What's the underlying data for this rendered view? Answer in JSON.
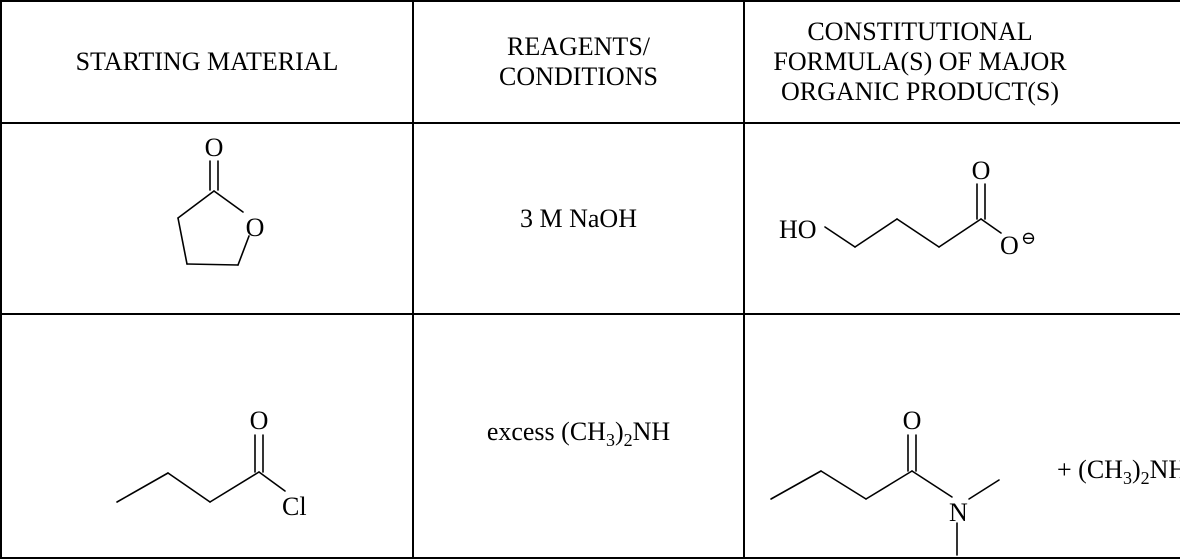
{
  "headers": {
    "col1": "STARTING MATERIAL",
    "col2_line1": "REAGENTS/",
    "col2_line2": "CONDITIONS",
    "col3_line1": "CONSTITUTIONAL",
    "col3_line2": "FORMULA(S) OF MAJOR",
    "col3_line3": "ORGANIC PRODUCT(S)"
  },
  "rows": [
    {
      "reagent": "3 M NaOH",
      "start_atoms": {
        "carbonyl_o": "O",
        "ring_o": "O"
      },
      "product_atoms": {
        "hydroxyl": "HO",
        "carbonyl_o": "O",
        "carboxylate_o": "O",
        "charge": "⊖"
      }
    },
    {
      "reagent_prefix": "excess (CH",
      "reagent_sub1": "3",
      "reagent_mid": ")",
      "reagent_sub2": "2",
      "reagent_suffix": "NH",
      "start_atoms": {
        "carbonyl_o": "O",
        "chlorine": "Cl"
      },
      "product_atoms": {
        "carbonyl_o": "O",
        "nitrogen": "N"
      },
      "byproduct": {
        "prefix": "+  (CH",
        "sub1": "3",
        "mid": ")",
        "sub2": "2",
        "suffix": "NH"
      }
    }
  ]
}
